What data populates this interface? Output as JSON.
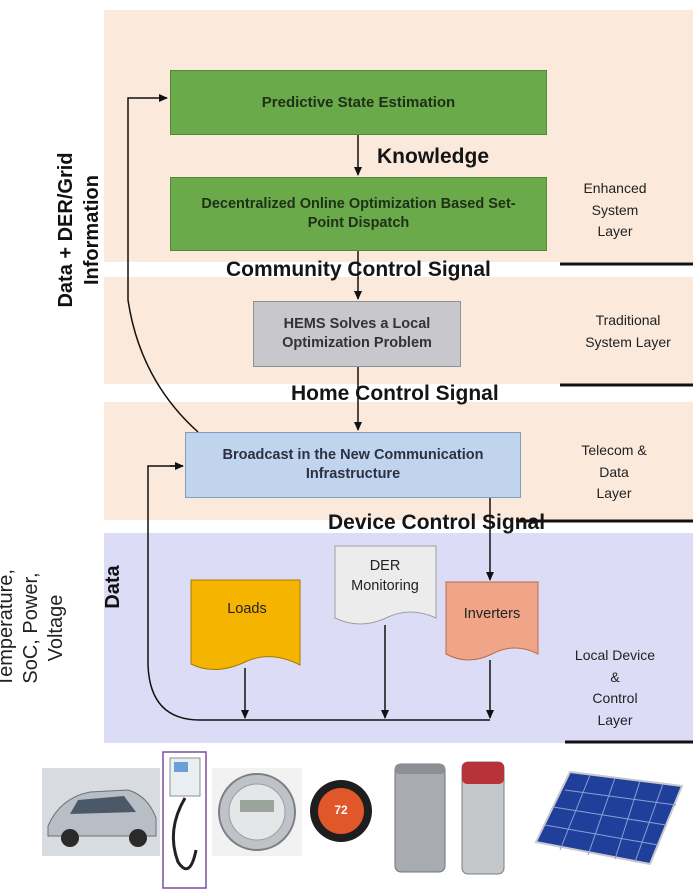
{
  "boxes": {
    "pse": "Predictive State Estimation",
    "dooo": "Decentralized Online Optimization Based Set-Point Dispatch",
    "hems": "HEMS Solves a Local Optimization Problem",
    "broadcast": "Broadcast in the New Communication Infrastructure"
  },
  "signals": {
    "knowledge": "Knowledge",
    "community": "Community Control Signal",
    "home": "Home Control Signal",
    "device": "Device Control Signal"
  },
  "layers": {
    "enhanced": "Enhanced\nSystem\nLayer",
    "traditional": "Traditional\nSystem Layer",
    "telecom": "Telecom &\nData\nLayer",
    "local": "Local Device\n&\nControl\nLayer"
  },
  "side_labels": {
    "data_der": "Data + DER/Grid\nInformation",
    "env": "Temperature,\nSoC, Power,\nVoltage",
    "data": "Data"
  },
  "devices": {
    "loads": "Loads",
    "der_monitoring": "DER\nMonitoring",
    "inverters": "Inverters"
  },
  "thermostat_reading": "72",
  "colors": {
    "green_box": "#6aaa4a",
    "hems_box": "#c8c8cc",
    "broadcast_box": "#c0d4ee",
    "upper_band": "#fbe9dc",
    "lower_band": "#dcdcf6",
    "loads_doc": "#f5b400",
    "der_doc": "#e9e9e9",
    "inverters_doc": "#f0a488"
  }
}
